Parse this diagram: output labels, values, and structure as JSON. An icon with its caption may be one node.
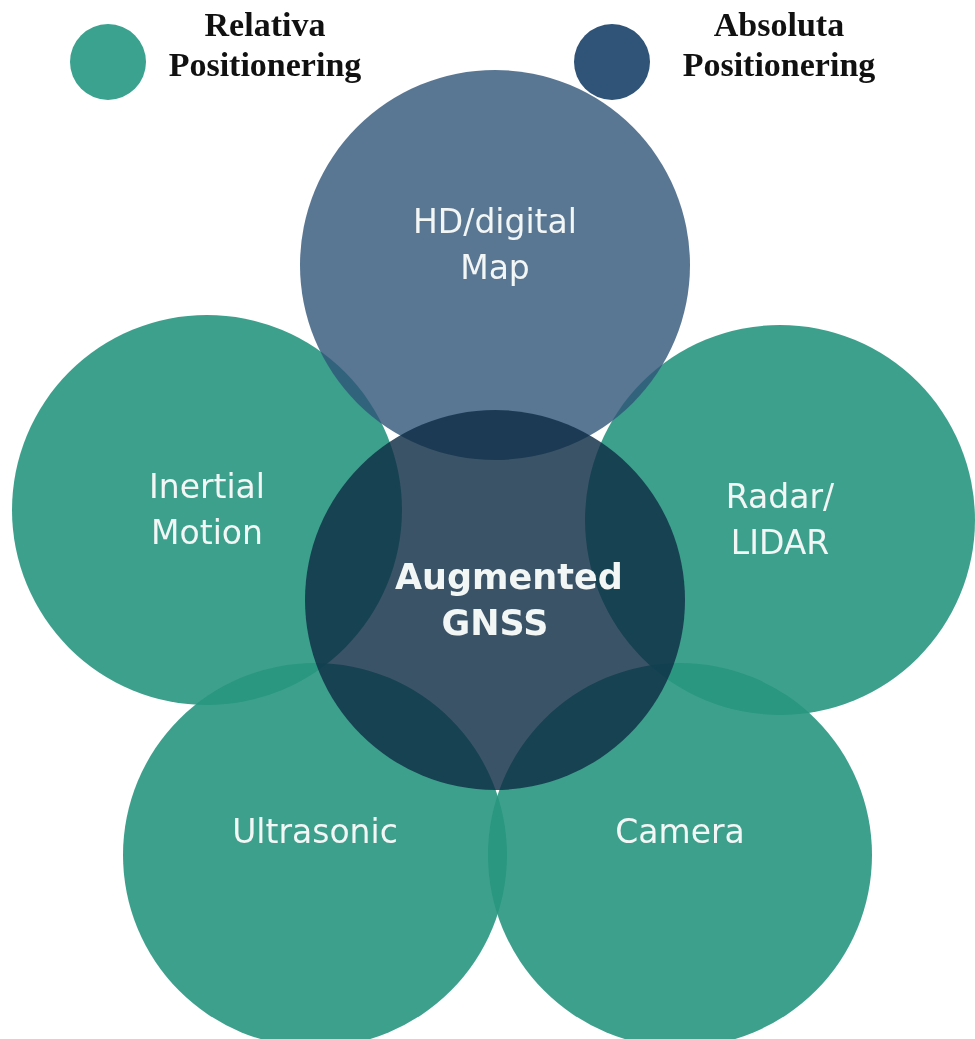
{
  "diagram": {
    "nodes": [
      {
        "text": [
          "HD/digital Map"
        ]
      },
      {
        "text": [
          "Inertial Motion"
        ]
      },
      {
        "text": [
          "Radar/ LIDAR"
        ]
      },
      {
        "text": [
          "Augmented GNSS"
        ]
      },
      {
        "text": [
          "Ultrasonic"
        ]
      },
      {
        "text": [
          "Camera"
        ]
      }
    ],
    "legend": [
      {
        "text": "Relativa Positionering",
        "color": "#3aa28f"
      },
      {
        "text": "Absoluta Positionering",
        "color": "#2f5478"
      }
    ]
  }
}
